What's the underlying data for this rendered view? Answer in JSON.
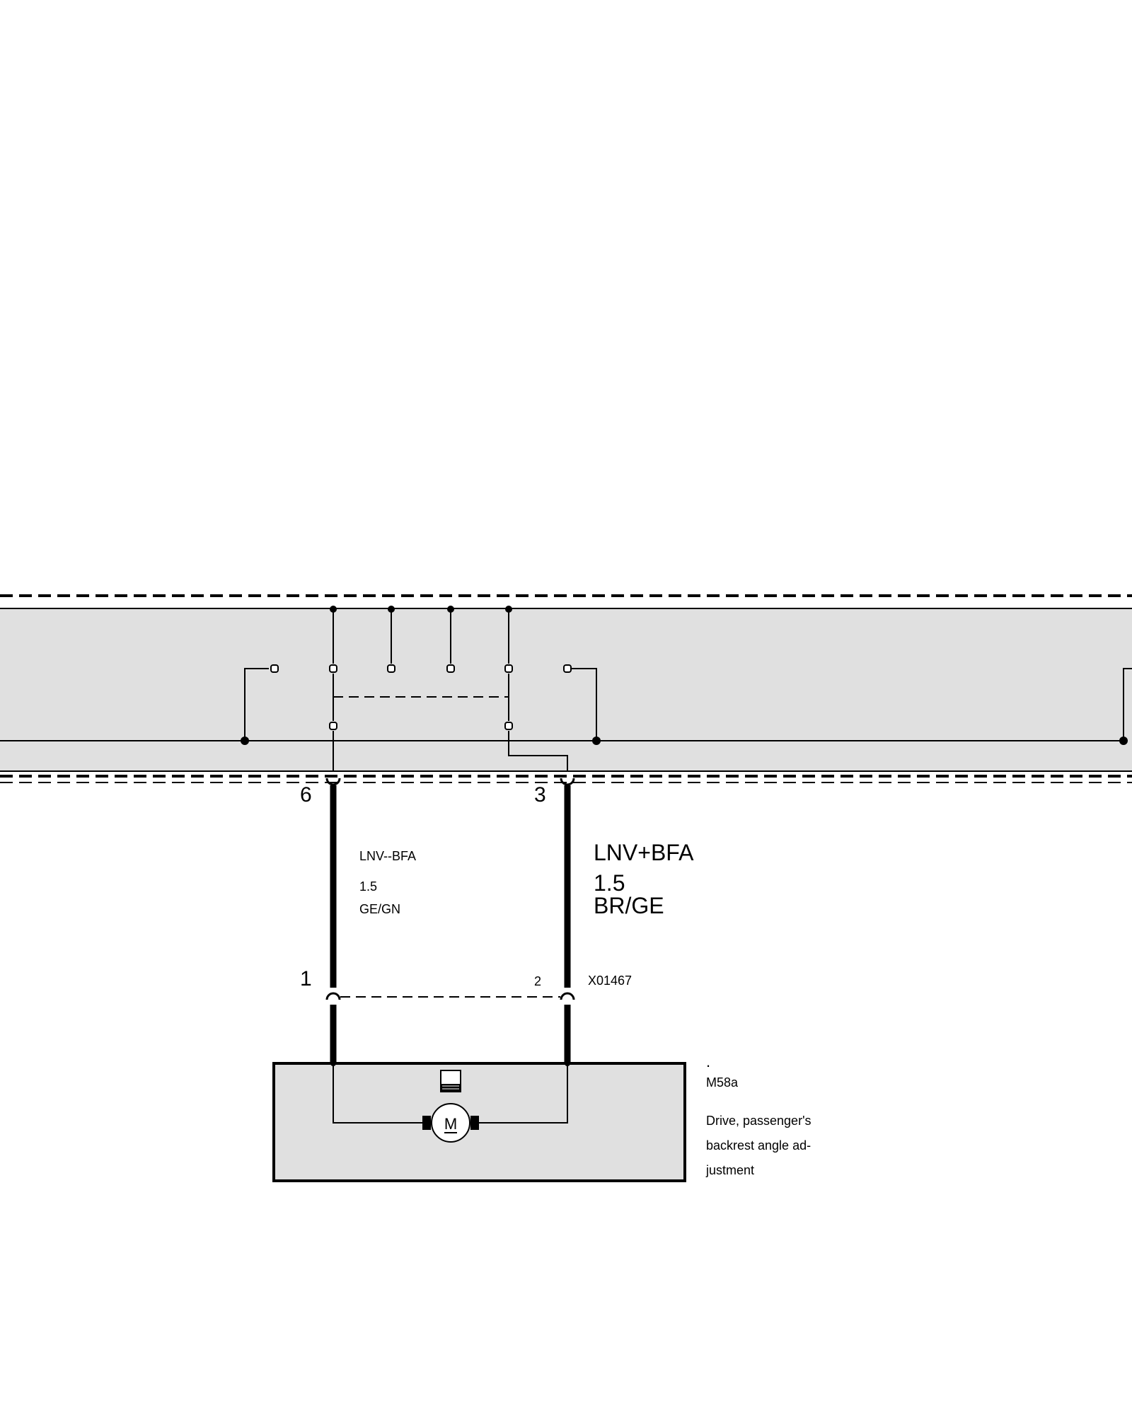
{
  "control_unit": {
    "pins": [
      {
        "number": "6"
      },
      {
        "number": "3"
      }
    ]
  },
  "wires": [
    {
      "signal": "LNV--BFA",
      "cross_section": "1.5",
      "color_code": "GE/GN"
    },
    {
      "signal": "LNV+BFA",
      "cross_section": "1.5",
      "color_code": "BR/GE"
    }
  ],
  "connector": {
    "id": "X01467",
    "pins": [
      {
        "number": "1"
      },
      {
        "number": "2"
      }
    ]
  },
  "component": {
    "dot": ".",
    "id": "M58a",
    "description_lines": [
      "Drive, passenger's",
      "backrest angle ad-",
      "justment"
    ],
    "motor_symbol": "M"
  },
  "colors": {
    "fill_gray": "#e0e0e0",
    "line": "#000000"
  }
}
